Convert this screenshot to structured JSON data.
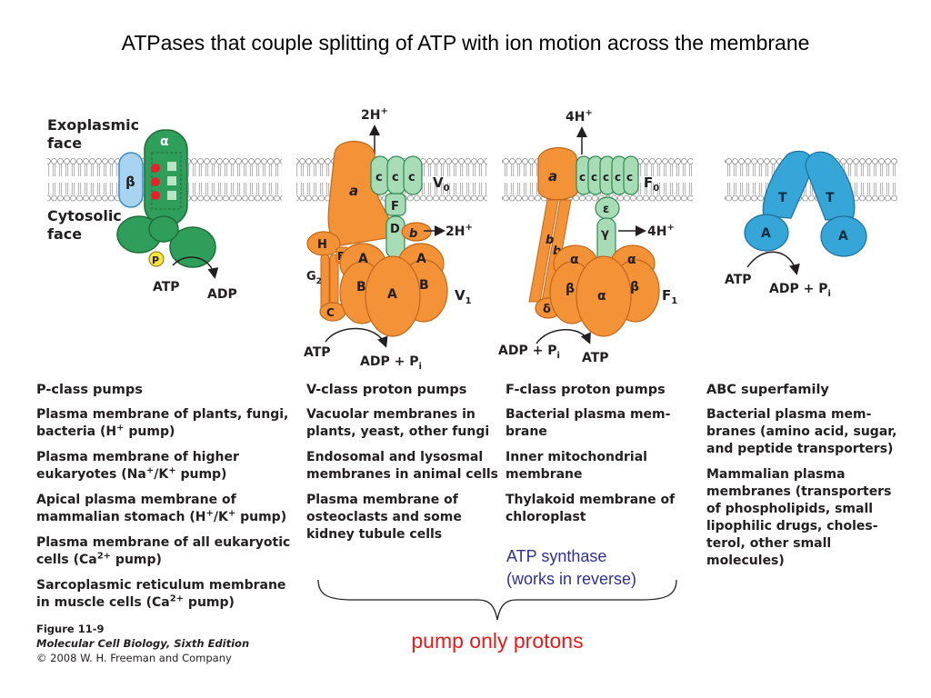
{
  "title": "ATPases that couple splitting of ATP with ion motion across the membrane",
  "colors": {
    "orange": "#f39237",
    "green": "#2f9e5a",
    "lightgreen": "#a8dcb6",
    "blue": "#36a6d9",
    "red": "#e8202a",
    "note": "#2e3192",
    "emphasis": "#e31b1b"
  },
  "diagram": {
    "p_class": {
      "exoplasmic": "Exoplasmic",
      "face1": "face",
      "cytosolic": "Cytosolic",
      "face2": "face",
      "alpha": "α",
      "beta": "β",
      "p": "P",
      "atp": "ATP",
      "adp": "ADP"
    },
    "v_class": {
      "top_ion": "2H",
      "side_ion": "2H",
      "plus": "+",
      "a": "a",
      "c": "c",
      "v0": "V",
      "v0_sub": "0",
      "v1": "V",
      "v1_sub": "1",
      "f": "F",
      "d": "D",
      "b": "b",
      "h": "H",
      "e": "E",
      "g": "G",
      "g_sub": "2",
      "cc": "C",
      "big_a": "A",
      "big_b": "B",
      "atp": "ATP",
      "adp_pi": "ADP + P",
      "pi_sub": "i"
    },
    "f_class": {
      "top_ion": "4H",
      "side_ion": "4H",
      "plus": "+",
      "a": "a",
      "c": "c",
      "f0": "F",
      "f0_sub": "0",
      "f1": "F",
      "f1_sub": "1",
      "epsilon": "ε",
      "gamma": "γ",
      "b": "b",
      "delta": "δ",
      "alpha": "α",
      "beta": "β",
      "adp_pi": "ADP + P",
      "pi_sub": "i",
      "atp": "ATP"
    },
    "abc": {
      "t": "T",
      "a": "A",
      "atp": "ATP",
      "adp_pi": "ADP + P",
      "pi_sub": "i"
    }
  },
  "columns": {
    "p_class": {
      "heading": "P-class pumps",
      "items": [
        {
          "pre": "Plasma membrane of plants, fungi, bacteria (H",
          "sup1": "+",
          "mid": " pump)",
          "sup2": "",
          "post": ""
        },
        {
          "pre": "Plasma membrane of higher eukaryotes (Na",
          "sup1": "+",
          "mid": "/K",
          "sup2": "+",
          "post": " pump)"
        },
        {
          "pre": "Apical plasma membrane of mammalian stomach (H",
          "sup1": "+",
          "mid": "/K",
          "sup2": "+",
          "post": " pump)"
        },
        {
          "pre": "Plasma membrane of all eukaryotic cells (Ca",
          "sup1": "2+",
          "mid": " pump)",
          "sup2": "",
          "post": ""
        },
        {
          "pre": "Sarcoplasmic reticulum membrane in muscle cells (Ca",
          "sup1": "2+",
          "mid": " pump)",
          "sup2": "",
          "post": ""
        }
      ]
    },
    "v_class": {
      "heading": "V-class proton pumps",
      "items": [
        "Vacuolar membranes in plants, yeast, other fungi",
        "Endosomal and lysosmal membranes in animal cells",
        "Plasma membrane of osteoclasts and some kidney tubule cells"
      ]
    },
    "f_class": {
      "heading": "F-class proton pumps",
      "items": [
        "Bacterial plasma mem-brane",
        "Inner mitochondrial membrane",
        "Thylakoid membrane of chloroplast"
      ]
    },
    "abc": {
      "heading": "ABC superfamily",
      "items": [
        "Bacterial plasma mem-branes (amino acid, sugar, and peptide transporters)",
        "Mammalian plasma membranes (transporters of phospholipids, small lipophilic drugs, choles-terol, other small molecules)"
      ]
    }
  },
  "note": {
    "line1": "ATP synthase",
    "line2": "(works in reverse)"
  },
  "emphasis": "pump only protons",
  "credit": {
    "line1": "Figure 11-9",
    "line2": "Molecular Cell Biology, Sixth Edition",
    "line3": "© 2008 W. H. Freeman and Company"
  }
}
